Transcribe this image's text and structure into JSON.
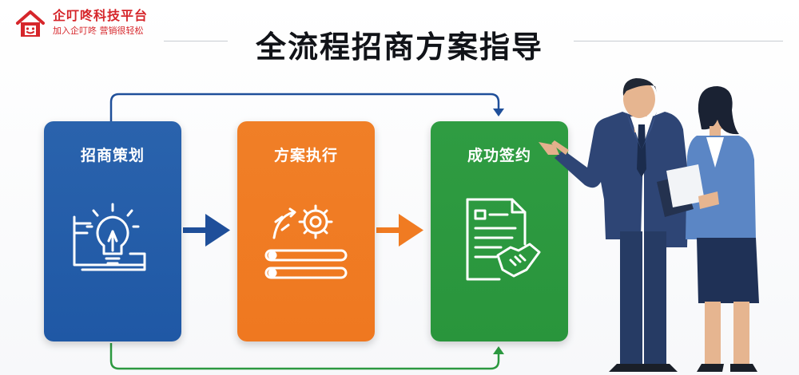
{
  "header": {
    "logo_name": "企叮咚科技平台",
    "logo_slogan": "加入企叮咚 营销很轻松",
    "title": "全流程招商方案指导"
  },
  "steps": [
    {
      "label": "招商策划",
      "icon": "lightbulb-blueprint-icon",
      "color": "#2360aa"
    },
    {
      "label": "方案执行",
      "icon": "gear-progress-icon",
      "color": "#f07b22"
    },
    {
      "label": "成功签约",
      "icon": "contract-handshake-icon",
      "color": "#2c9940"
    }
  ],
  "colors": {
    "brand_red": "#d6262b",
    "flow_blue": "#1f4f9a",
    "flow_orange": "#f07b22",
    "flow_green": "#2c9940"
  }
}
